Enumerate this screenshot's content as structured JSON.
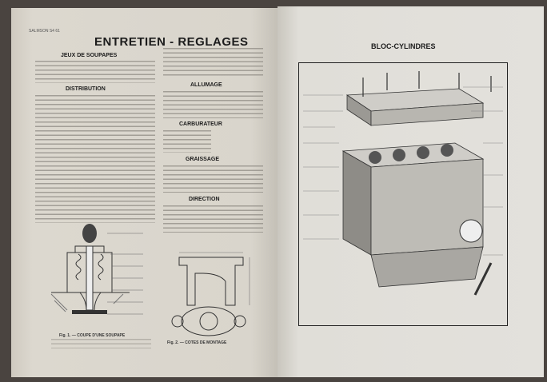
{
  "left_page": {
    "running_header": "SALMSON S4 61",
    "title": "ENTRETIEN - REGLAGES",
    "sections": [
      "JEUX DE SOUPAPES",
      "DISTRIBUTION",
      "ALLUMAGE",
      "CARBURATEUR",
      "GRAISSAGE",
      "DIRECTION"
    ],
    "fig1_caption": "Fig. 1. — COUPE D'UNE SOUPAPE",
    "fig2_caption": "Fig. 2. — COTES DE MONTAGE"
  },
  "right_page": {
    "title": "BLOC-CYLINDRES"
  }
}
